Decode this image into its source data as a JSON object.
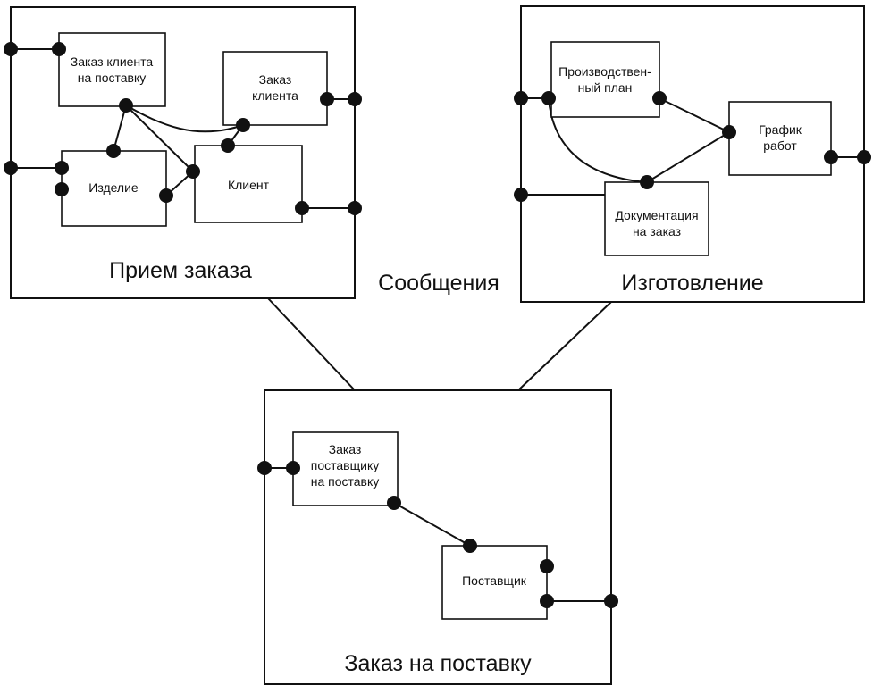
{
  "packages": {
    "order_intake": {
      "title": "Прием заказа",
      "classes": {
        "customer_supply_order": [
          "Заказ клиента",
          "на поставку"
        ],
        "customer_order": [
          "Заказ",
          "клиента"
        ],
        "product": [
          "Изделие"
        ],
        "customer": [
          "Клиент"
        ]
      }
    },
    "manufacturing": {
      "title": "Изготовление",
      "classes": {
        "production_plan": [
          "Производствен-",
          "ный план"
        ],
        "work_schedule": [
          "График",
          "работ"
        ],
        "order_documentation": [
          "Документация",
          "на заказ"
        ]
      }
    },
    "supply_order": {
      "title": "Заказ на поставку",
      "classes": {
        "supplier_supply_order": [
          "Заказ",
          "поставщику",
          "на поставку"
        ],
        "supplier": [
          "Поставщик"
        ]
      }
    }
  },
  "center_label": "Сообщения"
}
